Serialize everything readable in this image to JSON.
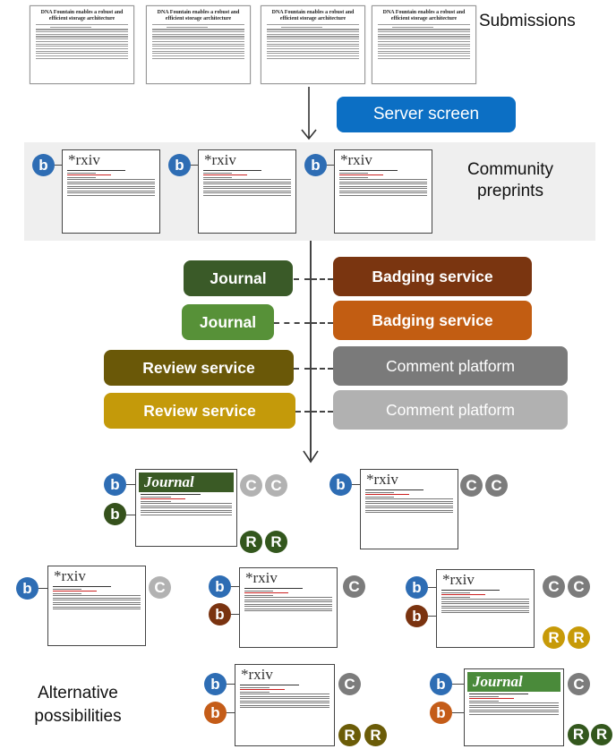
{
  "labels": {
    "submissions": "Submissions",
    "community_preprints": "Community preprints",
    "alternative_possibilities": "Alternative possibilities"
  },
  "paper_title": "DNA Fountain enables a robust and efficient storage architecture",
  "preprint_server_name": "*rxiv",
  "journal_name": "Journal",
  "server_screen": "Server screen",
  "services": {
    "journal_1": "Journal",
    "journal_2": "Journal",
    "badging_1": "Badging service",
    "badging_2": "Badging service",
    "review_1": "Review service",
    "review_2": "Review service",
    "comment_1": "Comment platform",
    "comment_2": "Comment platform"
  },
  "badges": {
    "b": "b",
    "c": "C",
    "r": "R"
  },
  "colors": {
    "server_screen": "#0c6fc4",
    "journal_dark": "#3a5a28",
    "journal_light": "#579138",
    "badging_dark": "#7a3510",
    "badging_light": "#c25d12",
    "review_dark": "#6a5808",
    "review_light": "#c49a0a",
    "comment_dark": "#7a7a7a",
    "comment_light": "#b1b1b1",
    "band": "#efefef"
  }
}
